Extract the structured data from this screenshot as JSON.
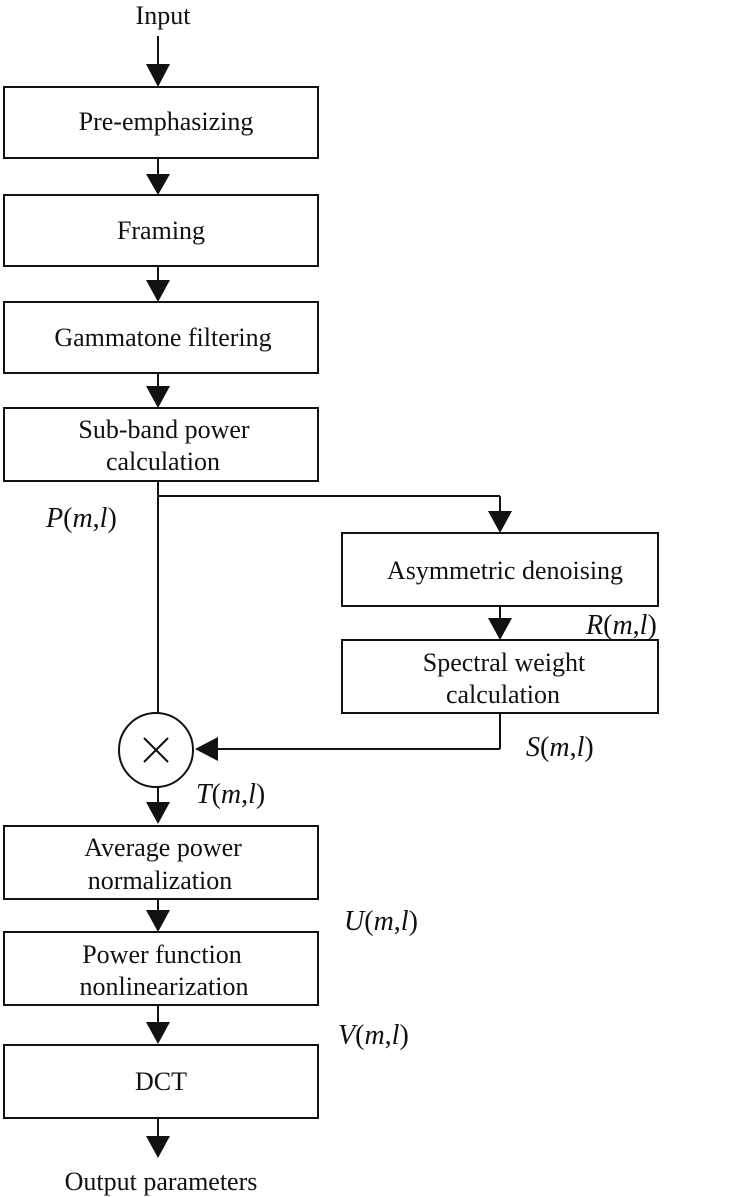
{
  "diagram": {
    "input_label": "Input",
    "output_label": "Output parameters",
    "boxes": {
      "pre_emphasizing": [
        "Pre-emphasizing"
      ],
      "framing": [
        "Framing"
      ],
      "gammatone": [
        "Gammatone filtering"
      ],
      "subband": [
        "Sub-band power",
        "calculation"
      ],
      "asym": [
        "Asymmetric denoising"
      ],
      "spectral": [
        "Spectral weight",
        "calculation"
      ],
      "avgnorm": [
        "Average power",
        "normalization"
      ],
      "powerfunc": [
        "Power function",
        "nonlinearization"
      ],
      "dct": [
        "DCT"
      ]
    },
    "vars": {
      "P": {
        "name": "P",
        "args": "m",
        "arg2": "l"
      },
      "R": {
        "name": "R",
        "args": "m",
        "arg2": "l"
      },
      "S": {
        "name": "S",
        "args": "m",
        "arg2": "l"
      },
      "T": {
        "name": "T",
        "args": "m",
        "arg2": "l"
      },
      "U": {
        "name": "U",
        "args": "m",
        "arg2": "l"
      },
      "V": {
        "name": "V",
        "args": "m",
        "arg2": "l"
      }
    },
    "multiplier_symbol": "×"
  }
}
